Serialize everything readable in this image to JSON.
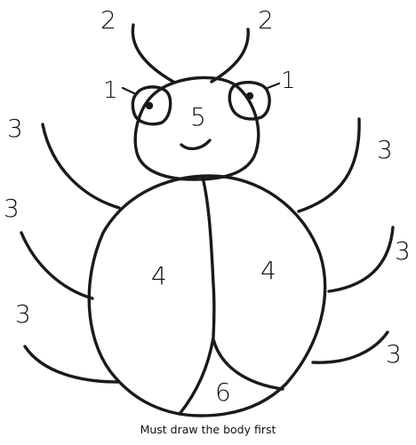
{
  "labels": {
    "eyes": "1",
    "antennae": "2",
    "legs": "3",
    "wings": "4",
    "head": "5",
    "tail": "6"
  },
  "caption": "Must draw the body first",
  "colors": {
    "ink": "#1a1a1a",
    "background": "#ffffff"
  }
}
